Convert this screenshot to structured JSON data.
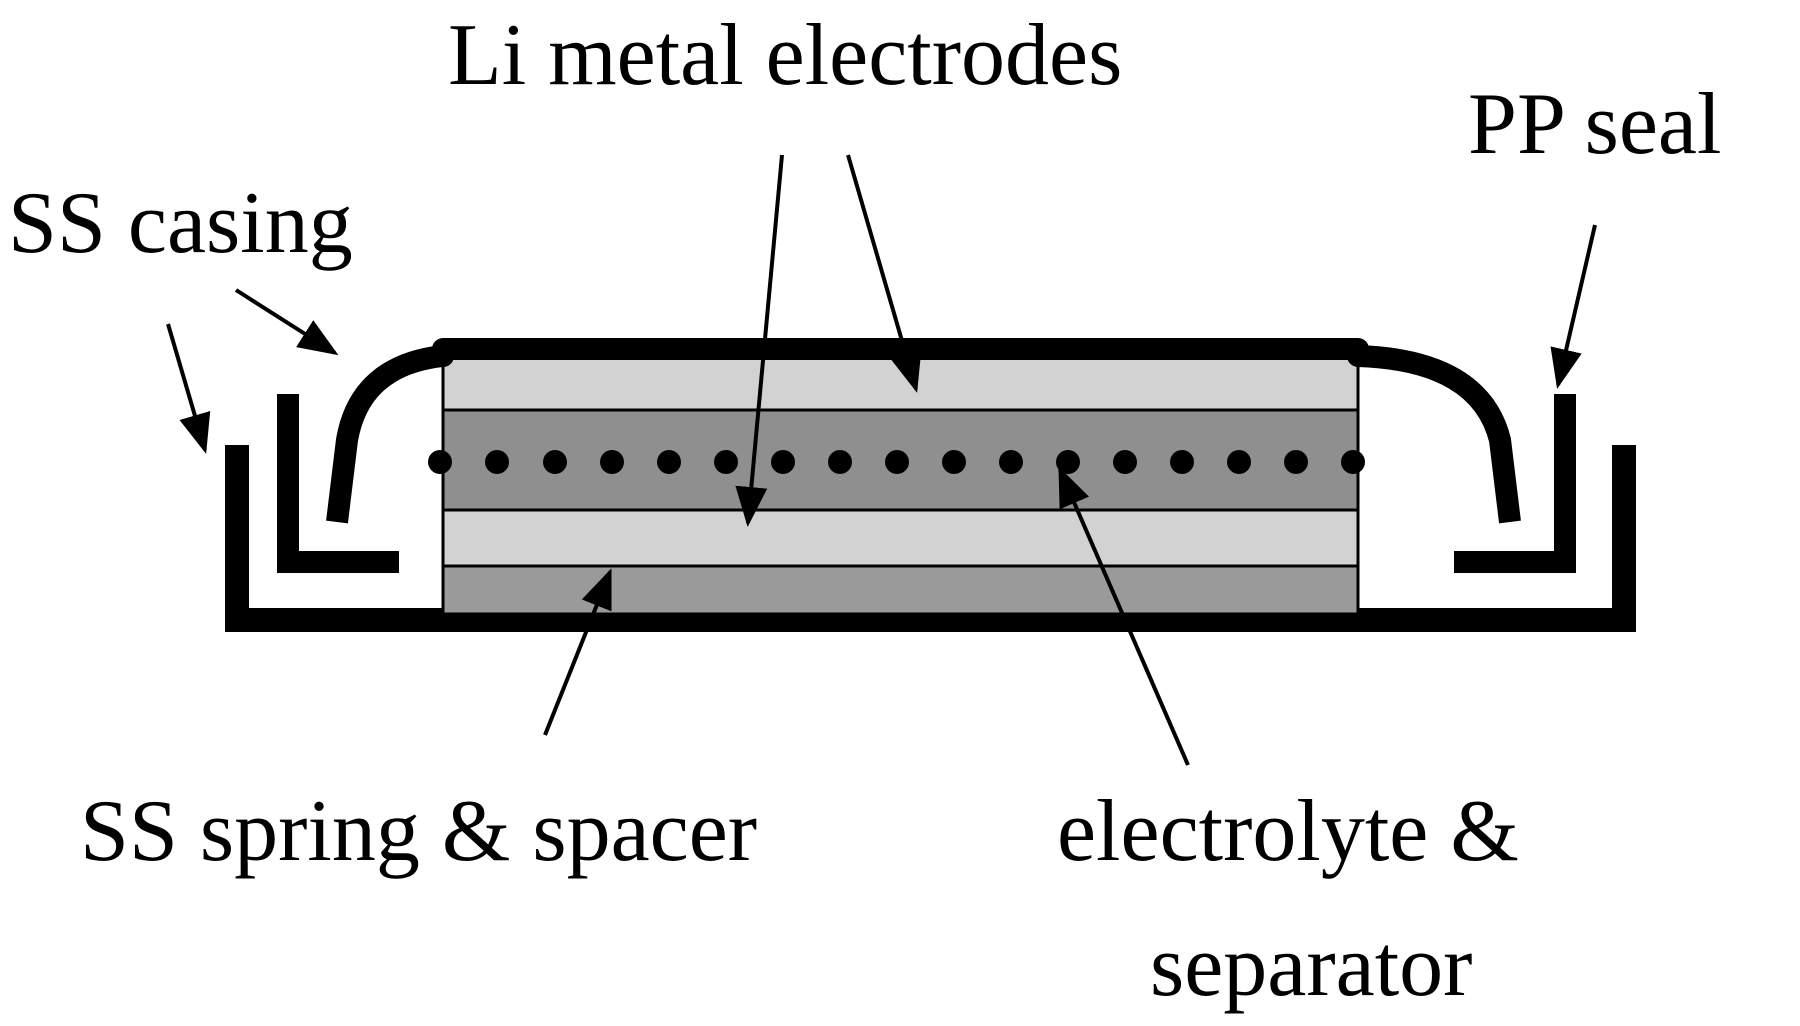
{
  "labels": {
    "li_metal_electrodes": "Li metal electrodes",
    "pp_seal": "PP seal",
    "ss_casing": "SS casing",
    "ss_spring_spacer": "SS spring & spacer",
    "electrolyte_line1": "electrolyte &",
    "electrolyte_line2": "separator"
  },
  "colors": {
    "outline": "#000000",
    "electrode_fill": "#d2d2d2",
    "separator_fill": "#8f8f8f",
    "spacer_fill": "#9a9a9a",
    "background": "#ffffff"
  }
}
